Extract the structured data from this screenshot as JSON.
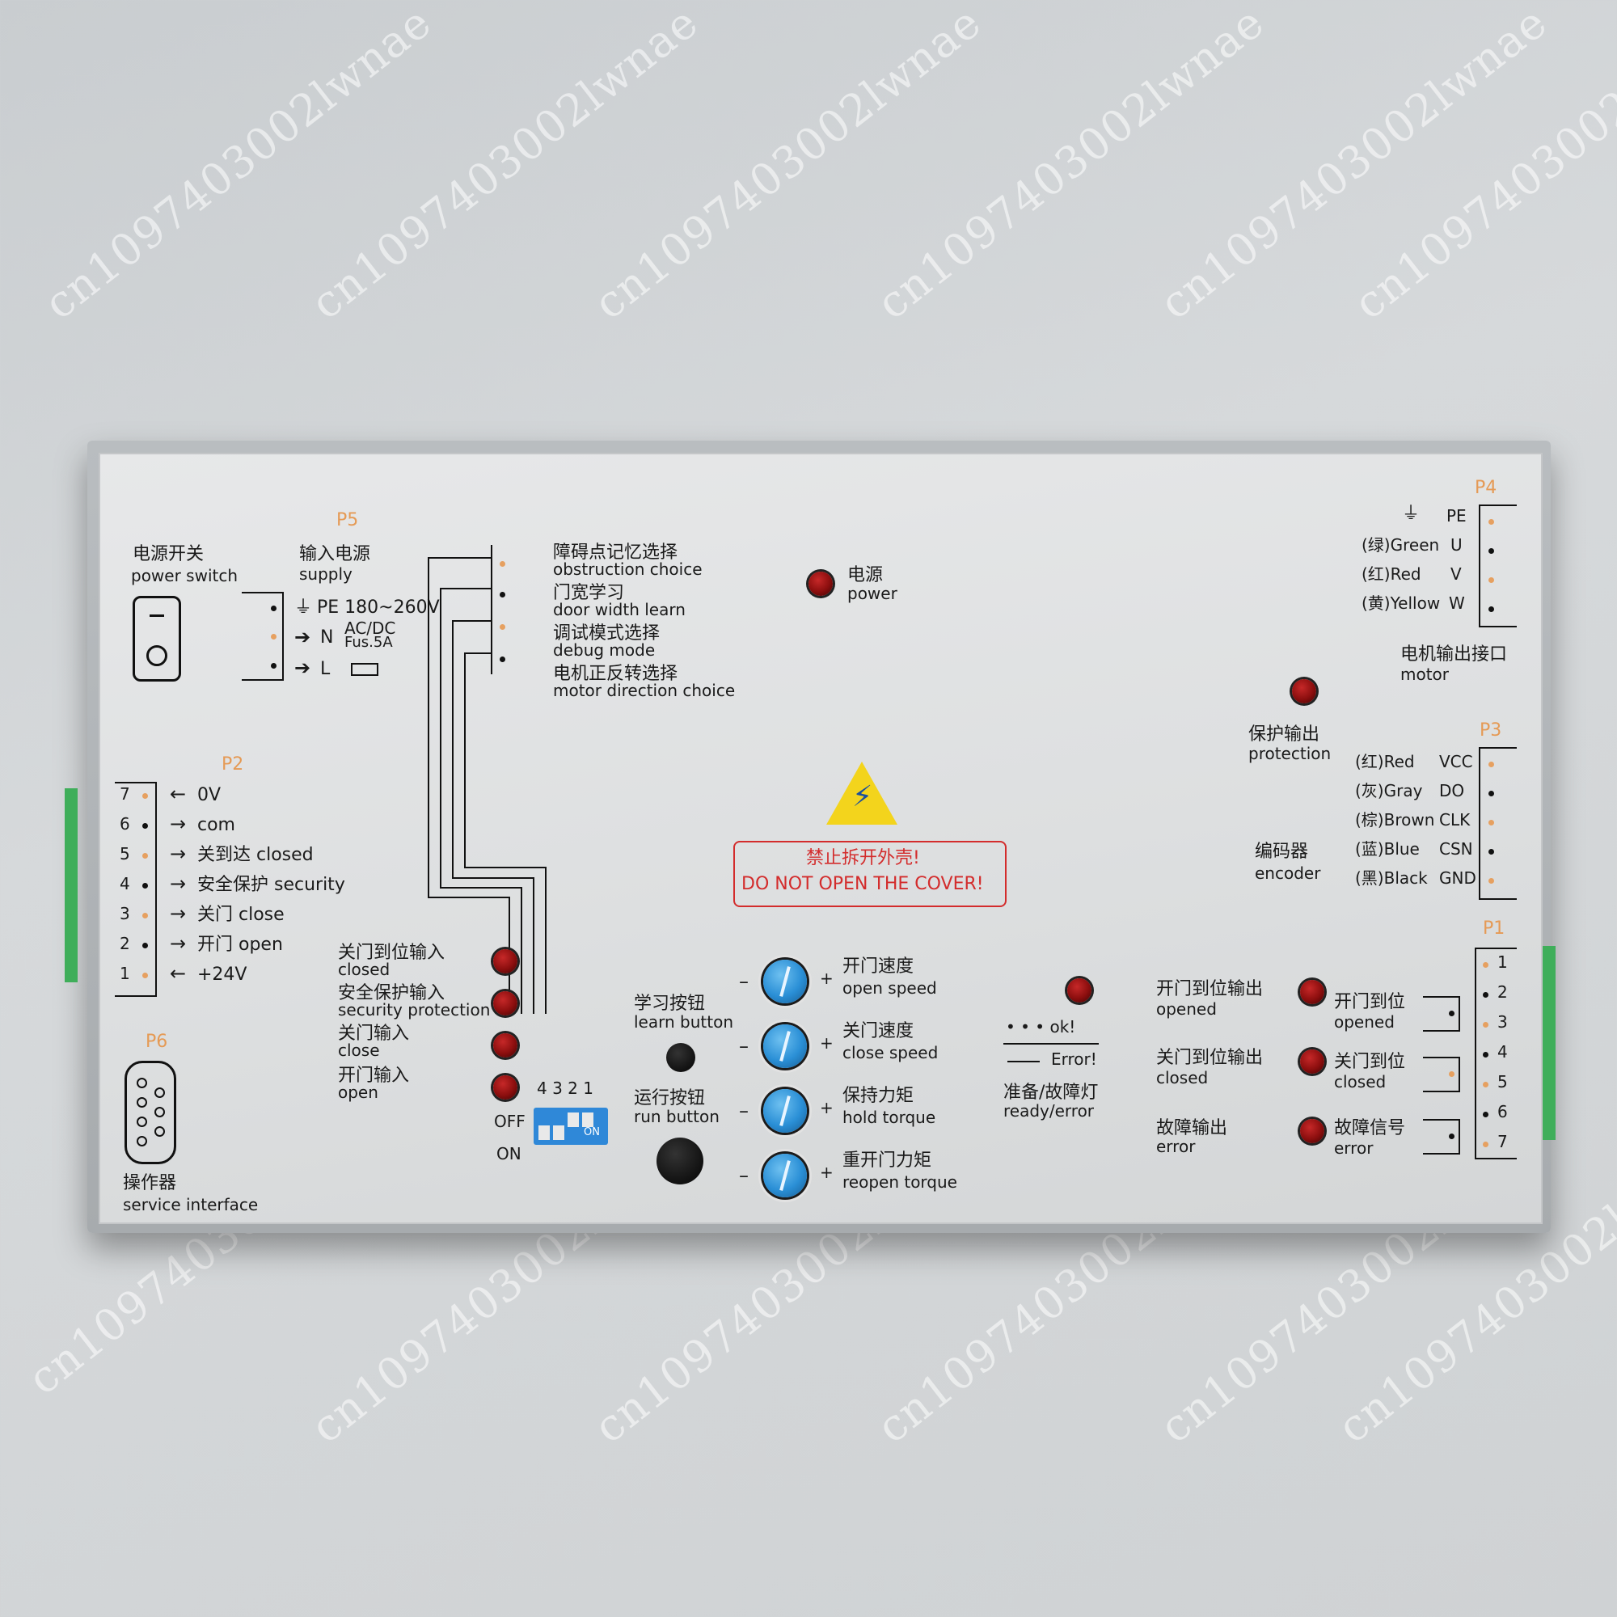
{
  "watermark": "cn1097403002lwnae",
  "left_top": {
    "power_switch_cn": "电源开关",
    "power_switch_en": "power switch",
    "p5_label": "P5",
    "supply_cn": "输入电源",
    "supply_en": "supply",
    "pe_label": "PE 180~260V",
    "n_label": "N",
    "acdc": "AC/DC",
    "fus": "Fus.5A",
    "l_label": "L"
  },
  "p2": {
    "label": "P2",
    "rows": [
      {
        "num": "7",
        "arrow": "←",
        "text": "0V"
      },
      {
        "num": "6",
        "arrow": "→",
        "text": "com"
      },
      {
        "num": "5",
        "arrow": "→",
        "text": "关到达 closed"
      },
      {
        "num": "4",
        "arrow": "→",
        "text": "安全保护 security"
      },
      {
        "num": "3",
        "arrow": "→",
        "text": "关门 close"
      },
      {
        "num": "2",
        "arrow": "→",
        "text": "开门 open"
      },
      {
        "num": "1",
        "arrow": "←",
        "text": "+24V"
      }
    ]
  },
  "p6": {
    "label": "P6",
    "service_cn": "操作器",
    "service_en": "service interface"
  },
  "dip": {
    "items": [
      {
        "cn": "障碍点记忆选择",
        "en": "obstruction choice"
      },
      {
        "cn": "门宽学习",
        "en": "door width learn"
      },
      {
        "cn": "调试模式选择",
        "en": "debug mode"
      },
      {
        "cn": "电机正反转选择",
        "en": "motor direction choice"
      }
    ],
    "numbers": "4 3 2 1",
    "off": "OFF",
    "on": "ON",
    "switch_text": "ON"
  },
  "inputs": [
    {
      "cn": "关门到位输入",
      "en": "closed"
    },
    {
      "cn": "安全保护输入",
      "en": "security protection"
    },
    {
      "cn": "关门输入",
      "en": "close"
    },
    {
      "cn": "开门输入",
      "en": "open"
    }
  ],
  "power_led": {
    "cn": "电源",
    "en": "power"
  },
  "warning": {
    "cn": "禁止拆开外壳!",
    "en": "DO NOT OPEN THE COVER!"
  },
  "buttons": {
    "learn_cn": "学习按钮",
    "learn_en": "learn button",
    "run_cn": "运行按钮",
    "run_en": "run button"
  },
  "knobs": [
    {
      "cn": "开门速度",
      "en": "open speed"
    },
    {
      "cn": "关门速度",
      "en": "close speed"
    },
    {
      "cn": "保持力矩",
      "en": "hold torque"
    },
    {
      "cn": "重开门力矩",
      "en": "reopen torque"
    }
  ],
  "status": {
    "ok": "• • •   ok!",
    "error": "Error!",
    "cn": "准备/故障灯",
    "en": "ready/error"
  },
  "p4": {
    "label": "P4",
    "rows": [
      {
        "color": "",
        "pin": "PE"
      },
      {
        "color": "(绿)Green",
        "pin": "U"
      },
      {
        "color": "(红)Red",
        "pin": "V"
      },
      {
        "color": "(黄)Yellow",
        "pin": "W"
      }
    ],
    "motor_cn": "电机输出接口",
    "motor_en": "motor"
  },
  "protection": {
    "cn": "保护输出",
    "en": "protection"
  },
  "p3": {
    "label": "P3",
    "rows": [
      {
        "color": "(红)Red",
        "pin": "VCC"
      },
      {
        "color": "(灰)Gray",
        "pin": "DO"
      },
      {
        "color": "(棕)Brown",
        "pin": "CLK"
      },
      {
        "color": "(蓝)Blue",
        "pin": "CSN"
      },
      {
        "color": "(黑)Black",
        "pin": "GND"
      }
    ],
    "encoder_cn": "编码器",
    "encoder_en": "encoder"
  },
  "p1": {
    "label": "P1",
    "nums": [
      "1",
      "2",
      "3",
      "4",
      "5",
      "6",
      "7"
    ]
  },
  "outputs": [
    {
      "cn": "开门到位输出",
      "en": "opened",
      "relay_cn": "开门到位",
      "relay_en": "opened"
    },
    {
      "cn": "关门到位输出",
      "en": "closed",
      "relay_cn": "关门到位",
      "relay_en": "closed"
    },
    {
      "cn": "故障输出",
      "en": "error",
      "relay_cn": "故障信号",
      "relay_en": "error"
    }
  ]
}
